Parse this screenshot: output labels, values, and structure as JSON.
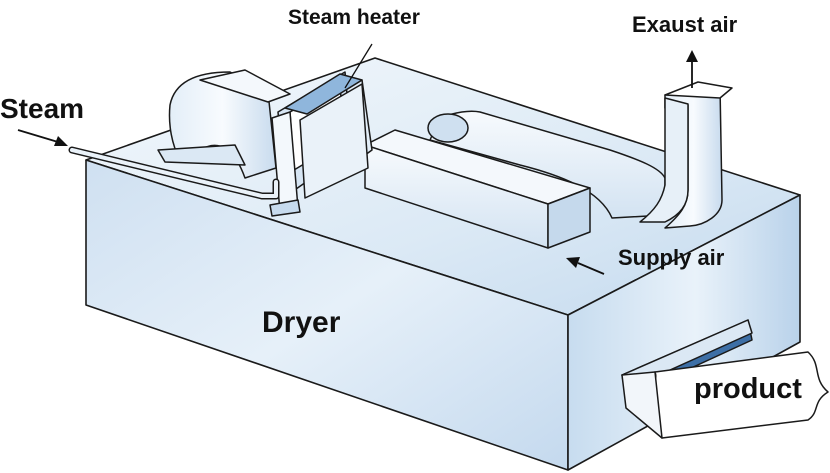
{
  "diagram": {
    "labels": {
      "steam": "Steam",
      "steam_heater": "Steam heater",
      "exhaust_air": "Exaust air",
      "supply_air": "Supply air",
      "dryer": "Dryer",
      "product": "product"
    },
    "colors": {
      "outline": "#1a1a1a",
      "box_light": "#eef5fb",
      "box_mid": "#c9ddf0",
      "box_dark": "#9fc0e0",
      "duct_light": "#f4f8fc",
      "duct_mid": "#d8e6f3",
      "product_sheet": "#ffffff"
    }
  }
}
